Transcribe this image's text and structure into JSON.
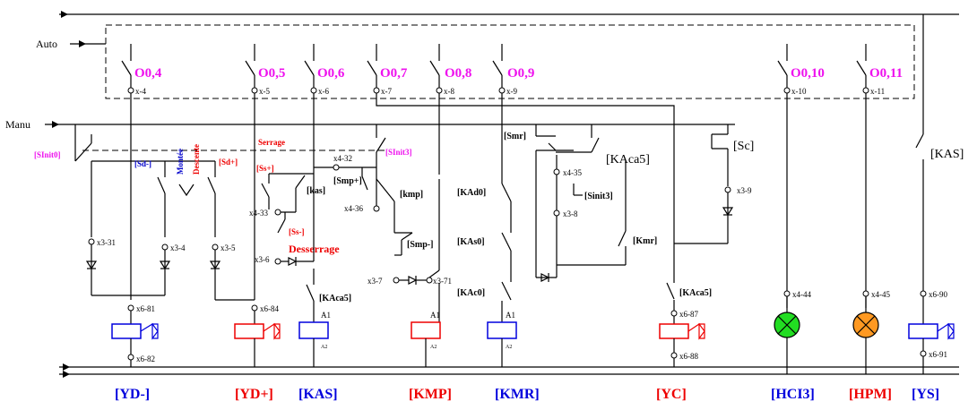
{
  "inputs": {
    "auto": "Auto",
    "manu": "Manu"
  },
  "outputs": [
    {
      "label": "O0,4",
      "wire": "x-4"
    },
    {
      "label": "O0,5",
      "wire": "x-5"
    },
    {
      "label": "O0,6",
      "wire": "x-6"
    },
    {
      "label": "O0,7",
      "wire": "x-7"
    },
    {
      "label": "O0,8",
      "wire": "x-8"
    },
    {
      "label": "O0,9",
      "wire": "x-9"
    },
    {
      "label": "O0,10",
      "wire": "x-10"
    },
    {
      "label": "O0,11",
      "wire": "x-11"
    }
  ],
  "manual": {
    "sinit0": "[SInit0]",
    "sd_minus": "[Sd-]",
    "montee": "Montée",
    "descente": "Descente",
    "sd_plus": "[Sd+]",
    "serrage": "Serrage",
    "ss_plus": "[Ss+]",
    "kas": "[kas]",
    "ss_minus": "[Ss-]",
    "desserrage": "Desserrage",
    "smp_plus": "[Smp+]",
    "sinit3": "[SInit3]",
    "kmp": "[kmp]",
    "smp_minus": "[Smp-]",
    "smr": "[Smr]",
    "kaca5_top": "[KAca5]",
    "sinit3b": "[Sinit3]",
    "kmr": "[Kmr]",
    "sc": "[Sc]",
    "kad0": "[KAd0]",
    "kas0": "[KAs0]",
    "kac0": "[KAc0]",
    "kaca5_a": "[KAca5]",
    "kaca5_b": "[KAca5]",
    "kas_big": "[KAS]"
  },
  "wires": {
    "x3_31": "x3-31",
    "x3_4": "x3-4",
    "x3_5": "x3-5",
    "x4_32": "x4-32",
    "x4_33": "x4-33",
    "x3_6": "x3-6",
    "x4_36": "x4-36",
    "x3_7": "x3-7",
    "x3_71": "x3-71",
    "x4_35": "x4-35",
    "x3_8": "x3-8",
    "x3_9": "x3-9",
    "x6_81": "x6-81",
    "x6_82": "x6-82",
    "x6_84": "x6-84",
    "x6_87": "x6-87",
    "x6_88": "x6-88",
    "x4_44": "x4-44",
    "x4_45": "x4-45",
    "x6_90": "x6-90",
    "x6_91": "x6-91",
    "a1": "A1",
    "a2": "A2"
  },
  "loads": [
    {
      "label": "[YD-]",
      "color": "#0000dd"
    },
    {
      "label": "[YD+]",
      "color": "#ee0000"
    },
    {
      "label": "[KAS]",
      "color": "#0000dd"
    },
    {
      "label": "[KMP]",
      "color": "#ee0000"
    },
    {
      "label": "[KMR]",
      "color": "#0000dd"
    },
    {
      "label": "[YC]",
      "color": "#ee0000"
    },
    {
      "label": "[HCI3]",
      "color": "#0000dd"
    },
    {
      "label": "[HPM]",
      "color": "#ee0000"
    },
    {
      "label": "[YS]",
      "color": "#0000dd"
    }
  ],
  "lamp_colors": {
    "hci3": "#22dd22",
    "hpm": "#ff9922"
  }
}
